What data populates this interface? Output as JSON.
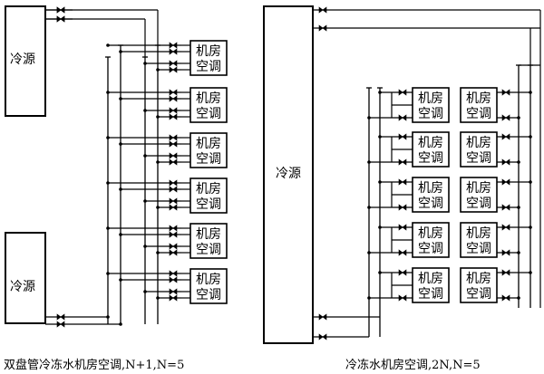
{
  "left_diagram": {
    "source_label": "冷源",
    "unit_label_line1": "机房",
    "unit_label_line2": "空调",
    "unit_count": 6,
    "caption": "双盘管冷冻水机房空调,N+1,N=5"
  },
  "right_diagram": {
    "source_label": "冷源",
    "unit_label_line1": "机房",
    "unit_label_line2": "空调",
    "rows": 5,
    "columns": 2,
    "caption": "冷冻水机房空调,2N,N=5"
  }
}
